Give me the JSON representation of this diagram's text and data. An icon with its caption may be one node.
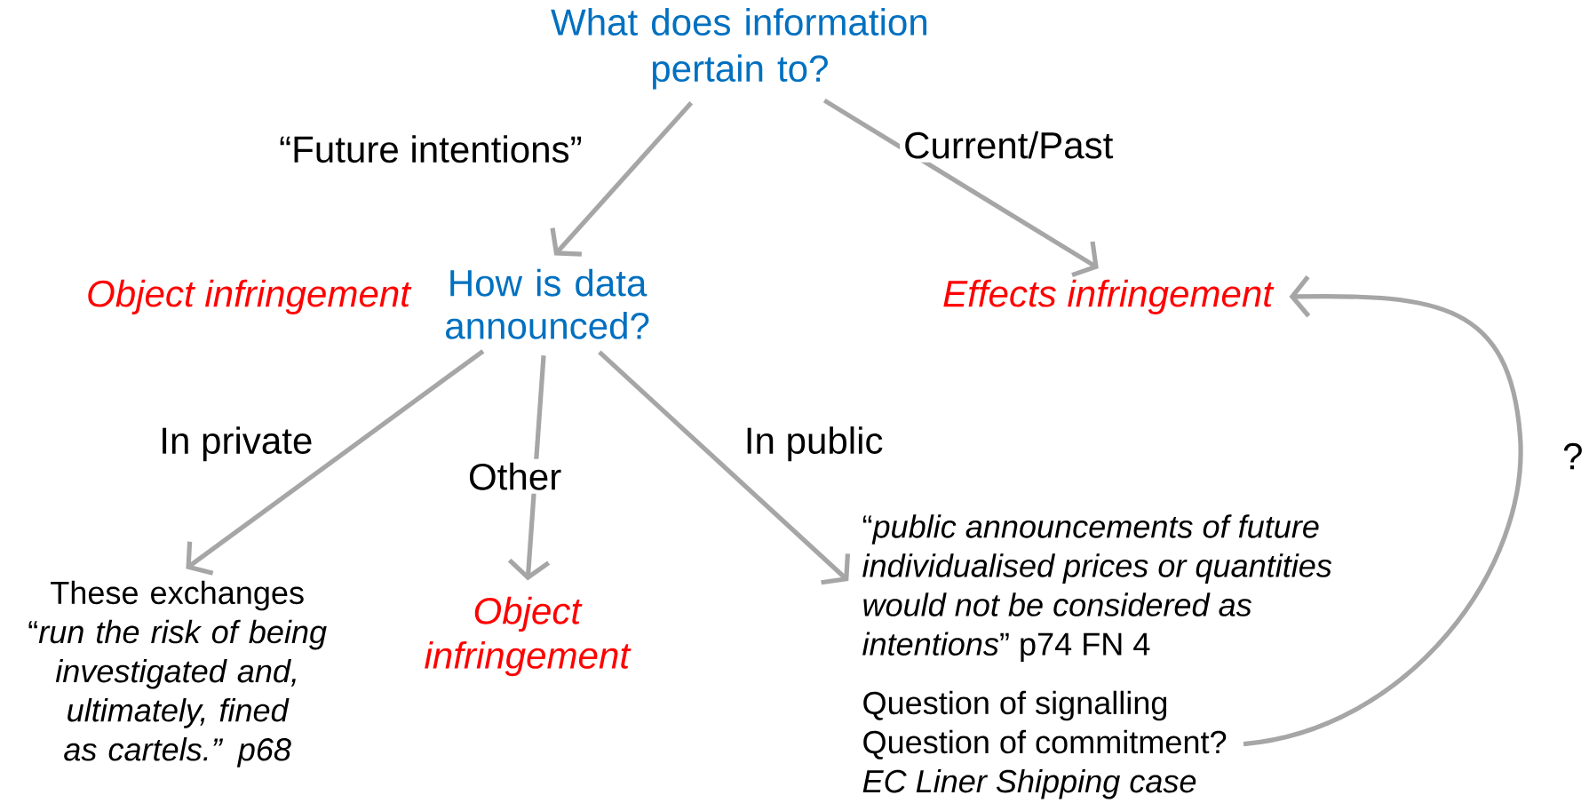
{
  "diagram": {
    "nodes": [
      {
        "text": [
          "What does information pertain to?"
        ]
      },
      {
        "text": [
          "Object infringement"
        ]
      },
      {
        "text": [
          "How is data announced?"
        ]
      },
      {
        "text": [
          "Effects infringement"
        ]
      },
      {
        "text": [
          "These exchanges “*run the risk of being investigated and, ultimately, fined as cartels.” p68*"
        ]
      },
      {
        "text": [
          "Object infringement"
        ]
      },
      {
        "text": [
          "“*public announcements of future individualised prices or quantities would not be considered as intentions*” p74 FN 4"
        ]
      },
      {
        "text": [
          "Question of signalling",
          "Question of commitment?",
          "EC Liner Shipping case"
        ]
      }
    ],
    "edges": [
      {
        "from": 0,
        "to": 2,
        "arrow": "to",
        "label": "“Future intentions”"
      },
      {
        "from": 0,
        "to": 3,
        "arrow": "to",
        "label": "Current/Past"
      },
      {
        "from": 2,
        "to": 4,
        "arrow": "to",
        "label": "In private"
      },
      {
        "from": 2,
        "to": 5,
        "arrow": "to",
        "label": "Other"
      },
      {
        "from": 2,
        "to": 6,
        "arrow": "to",
        "label": "In public"
      },
      {
        "from": 7,
        "to": 3,
        "arrow": "to",
        "label": "?"
      }
    ]
  }
}
